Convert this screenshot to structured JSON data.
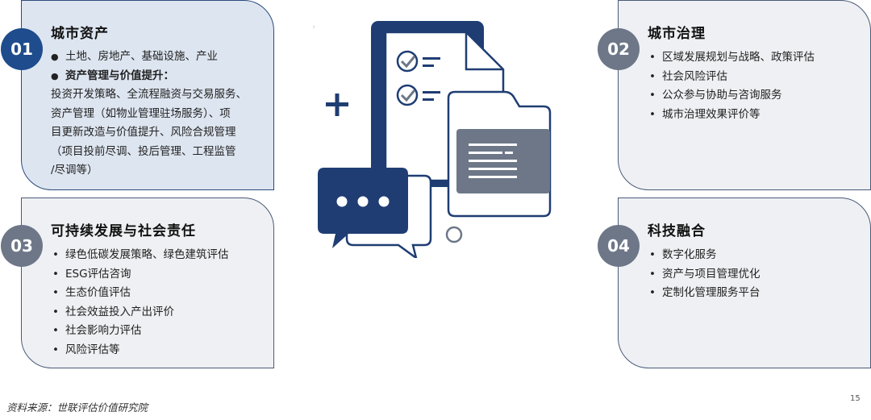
{
  "cards": [
    {
      "number": "01",
      "title": "城市资产",
      "items": [
        {
          "text": "土地、房地产、基础设施、产业"
        },
        {
          "text": "资产管理与价值提升："
        }
      ],
      "paragraph": [
        "投资开发策略、全流程融资与交易服务、",
        "资产管理（如物业管理驻场服务）、项",
        "目更新改造与价值提升、风险合规管理",
        "（项目投前尽调、投后管理、工程监管",
        "/尽调等）"
      ]
    },
    {
      "number": "02",
      "title": "城市治理",
      "items": [
        "区域发展规划与战略、政策评估",
        "社会风险评估",
        "公众参与协助与咨询服务",
        "城市治理效果评价等"
      ]
    },
    {
      "number": "03",
      "title": "可持续发展与社会责任",
      "items": [
        "绿色低碳发展策略、绿色建筑评估",
        "ESG评估咨询",
        "生态价值评估",
        "社会效益投入产出评价",
        "社会影响力评估",
        "风险评估等"
      ]
    },
    {
      "number": "04",
      "title": "科技融合",
      "items": [
        "数字化服务",
        "资产与项目管理优化",
        "定制化管理服务平台"
      ]
    }
  ],
  "footer": {
    "source": "资料来源：世联评估价值研究院",
    "page_number": "15"
  },
  "colors": {
    "accent_dark": "#1e4c8c",
    "accent_grey": "#6d7788",
    "illustration_navy": "#1f3d73"
  },
  "illustration_icons": [
    "checklist-document-icon",
    "folder-icon",
    "chat-bubble-icon",
    "plus-icon"
  ]
}
